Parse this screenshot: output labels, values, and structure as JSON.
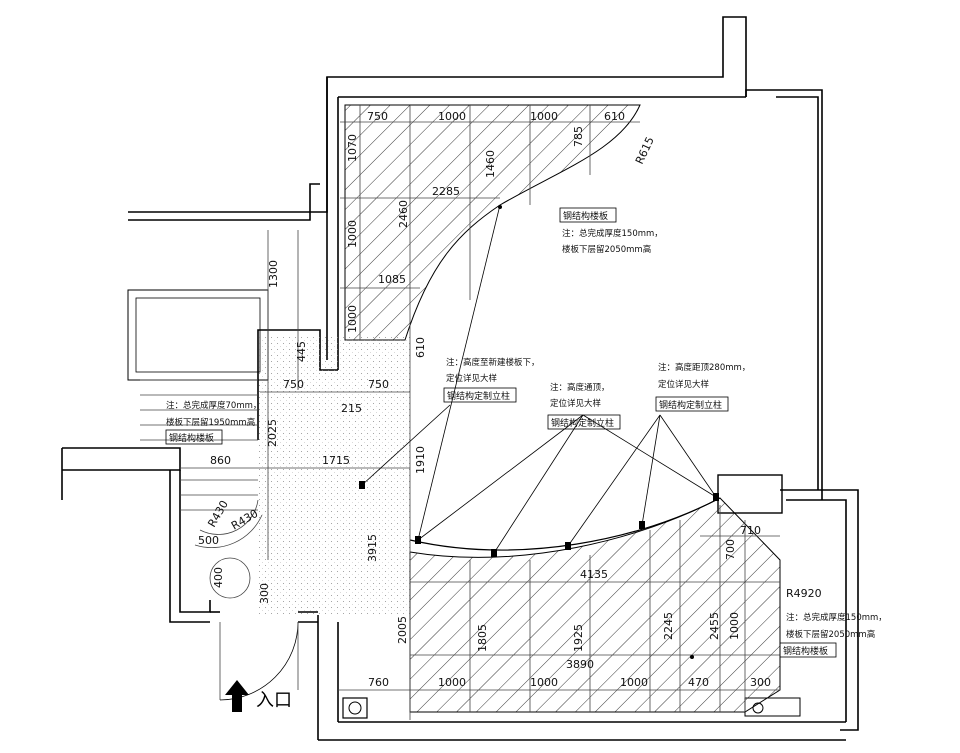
{
  "dims": {
    "top_750": "750",
    "top_1000_a": "1000",
    "top_1000_b": "1000",
    "top_610": "610",
    "r615": "R615",
    "left_1070": "1070",
    "left_1460": "1460",
    "left_785": "785",
    "d2285": "2285",
    "d2460": "2460",
    "d1000_left": "1000",
    "d1085": "1085",
    "d1300": "1300",
    "d1000_mid": "1000",
    "d610": "610",
    "d445": "445",
    "d750_a": "750",
    "d750_b": "750",
    "d215": "215",
    "d2025": "2025",
    "d860": "860",
    "d1715": "1715",
    "d1910": "1910",
    "r430_a": "R430",
    "r430_b": "R430",
    "d500": "500",
    "d400": "400",
    "d300_door": "300",
    "d3915": "3915",
    "d2005": "2005",
    "d4135": "4135",
    "d710": "710",
    "d700": "700",
    "r4920": "R4920",
    "d1805": "1805",
    "d1925": "1925",
    "d2245": "2245",
    "d2455": "2455",
    "d1000_right": "1000",
    "d3890": "3890",
    "bot_760": "760",
    "bot_1000_a": "1000",
    "bot_1000_b": "1000",
    "bot_1000_c": "1000",
    "bot_470": "470",
    "bot_300": "300"
  },
  "notes": {
    "top_slab": {
      "title": "钢结构楼板",
      "line1": "注：总完成厚度150mm，",
      "line2": "楼板下层留2050mm高"
    },
    "left_slab": {
      "line1": "注：总完成厚度70mm，",
      "line2": "楼板下层留1950mm高",
      "title": "钢结构楼板"
    },
    "col_a": {
      "line1": "注：高度至新建楼板下，",
      "line2": "定位详见大样",
      "title": "钢结构定制立柱"
    },
    "col_b": {
      "line1": "注：高度通顶，",
      "line2": "定位详见大样",
      "title": "钢结构定制立柱"
    },
    "col_c": {
      "line1": "注：高度距顶280mm，",
      "line2": "定位详见大样",
      "title": "钢结构定制立柱"
    },
    "bottom_slab": {
      "line1": "注：总完成厚度150mm，",
      "line2": "楼板下层留2050mm高",
      "title": "钢结构楼板"
    }
  },
  "entrance": "入口"
}
